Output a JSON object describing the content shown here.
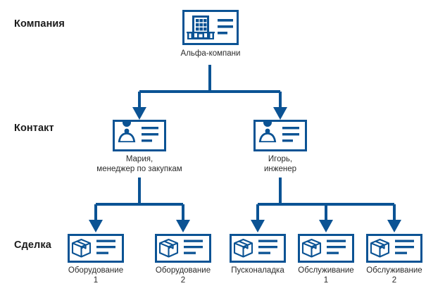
{
  "diagram": {
    "title_rows": [
      {
        "id": "company",
        "label": "Компания"
      },
      {
        "id": "contact",
        "label": "Контакт"
      },
      {
        "id": "deal",
        "label": "Сделка"
      }
    ],
    "accent_color": "#0b5394",
    "text_color": "#2b2b2b",
    "label_color": "#1a1a1a",
    "background": "#ffffff",
    "nodes": {
      "company": {
        "icon": "company-building-card-icon",
        "caption": "Альфа-компани"
      },
      "contacts": [
        {
          "icon": "contact-person-card-icon",
          "caption": "Мария,\nменеджер по закупкам"
        },
        {
          "icon": "contact-person-card-icon",
          "caption": "Игорь,\nинженер"
        }
      ],
      "deals": [
        {
          "icon": "deal-package-card-icon",
          "caption": "Оборудование\n1"
        },
        {
          "icon": "deal-package-card-icon",
          "caption": "Оборудование\n2"
        },
        {
          "icon": "deal-package-card-icon",
          "caption": "Пусконаладка"
        },
        {
          "icon": "deal-package-card-icon",
          "caption": "Обслуживание\n1"
        },
        {
          "icon": "deal-package-card-icon",
          "caption": "Обслуживание\n2"
        }
      ]
    },
    "edges": [
      {
        "from": "company",
        "to": "contact-0"
      },
      {
        "from": "company",
        "to": "contact-1"
      },
      {
        "from": "contact-0",
        "to": "deal-0"
      },
      {
        "from": "contact-0",
        "to": "deal-1"
      },
      {
        "from": "contact-1",
        "to": "deal-2"
      },
      {
        "from": "contact-1",
        "to": "deal-3"
      },
      {
        "from": "contact-1",
        "to": "deal-4"
      }
    ]
  }
}
